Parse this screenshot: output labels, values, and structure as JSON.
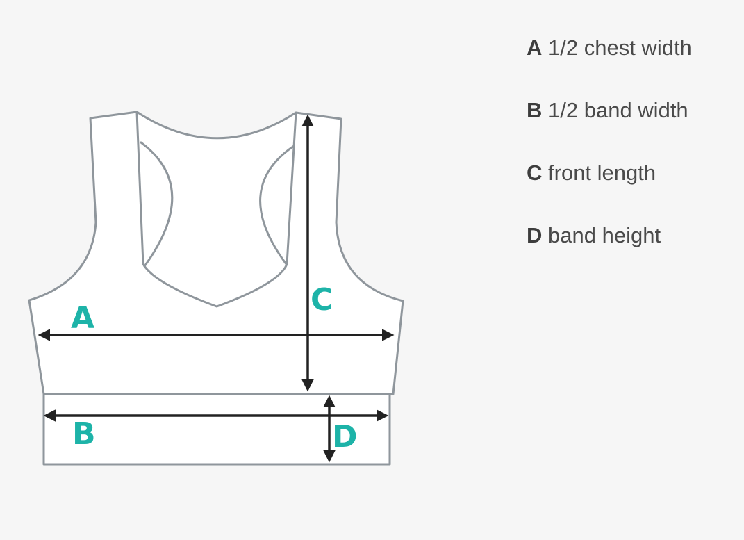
{
  "diagram": {
    "markers": {
      "a": "A",
      "b": "B",
      "c": "C",
      "d": "D"
    },
    "colors": {
      "background": "#f6f6f6",
      "garment_fill": "#ffffff",
      "garment_outline": "#8f969c",
      "measure_lines": "#222222",
      "marker_letters": "#1db3a8",
      "legend_text": "#4a4a4a"
    }
  },
  "legend": [
    {
      "letter": "A",
      "label": "1/2 chest width"
    },
    {
      "letter": "B",
      "label": "1/2 band width"
    },
    {
      "letter": "C",
      "label": "front length"
    },
    {
      "letter": "D",
      "label": "band height"
    }
  ]
}
